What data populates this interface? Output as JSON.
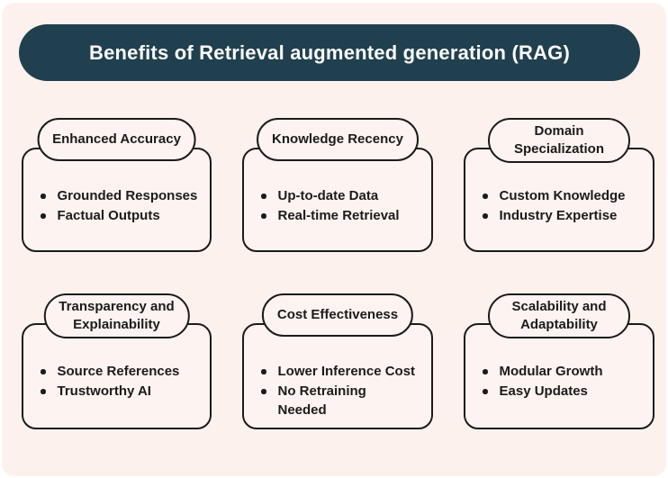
{
  "colors": {
    "banner_bg": "#20404f",
    "banner_text": "#fbfaf9",
    "canvas_bg": "#fdf1ee",
    "card_bg": "#fdf3f0",
    "outline": "#1b1b1b"
  },
  "header": {
    "title": "Benefits of Retrieval augmented generation (RAG)"
  },
  "cards": [
    {
      "title": "Enhanced Accuracy",
      "bullets": [
        "Grounded Responses",
        "Factual Outputs"
      ]
    },
    {
      "title": "Knowledge Recency",
      "bullets": [
        "Up-to-date Data",
        "Real-time Retrieval"
      ]
    },
    {
      "title": "Domain\nSpecialization",
      "bullets": [
        "Custom Knowledge",
        "Industry Expertise"
      ]
    },
    {
      "title": "Transparency and\nExplainability",
      "bullets": [
        "Source References",
        "Trustworthy AI"
      ]
    },
    {
      "title": "Cost Effectiveness",
      "bullets": [
        "Lower Inference Cost",
        "No Retraining\nNeeded"
      ]
    },
    {
      "title": "Scalability and\nAdaptability",
      "bullets": [
        "Modular Growth",
        "Easy Updates"
      ]
    }
  ]
}
